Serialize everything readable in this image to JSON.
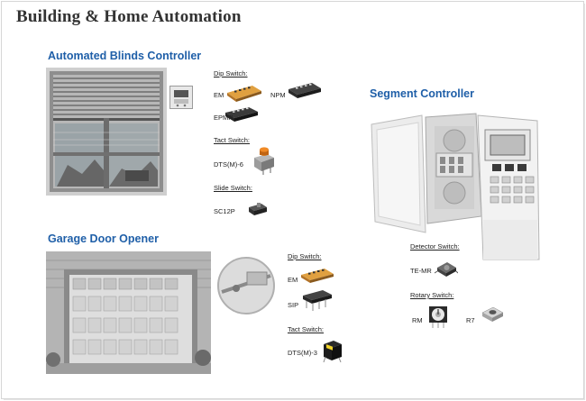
{
  "page": {
    "title": "Building & Home Automation"
  },
  "blinds": {
    "title": "Automated Blinds Controller",
    "dip_label": "Dip Switch:",
    "dip_em": "EM",
    "dip_npm": "NPM",
    "dip_epmr": "EPMR",
    "tact_label": "Tact Switch:",
    "tact_dts": "DTS(M)-6",
    "slide_label": "Slide Switch:",
    "slide_sc": "SC12P"
  },
  "segment": {
    "title": "Segment Controller",
    "detector_label": "Detector Switch:",
    "detector_te": "TE-MR",
    "rotary_label": "Rotary Switch:",
    "rotary_rm": "RM",
    "rotary_r7": "R7"
  },
  "garage": {
    "title": "Garage Door Opener",
    "dip_label": "Dip Switch:",
    "dip_em": "EM",
    "dip_sip": "SIP",
    "tact_label": "Tact Switch:",
    "tact_dts": "DTS(M)-3"
  },
  "colors": {
    "accent": "#1f5fa8",
    "title": "#333333"
  }
}
